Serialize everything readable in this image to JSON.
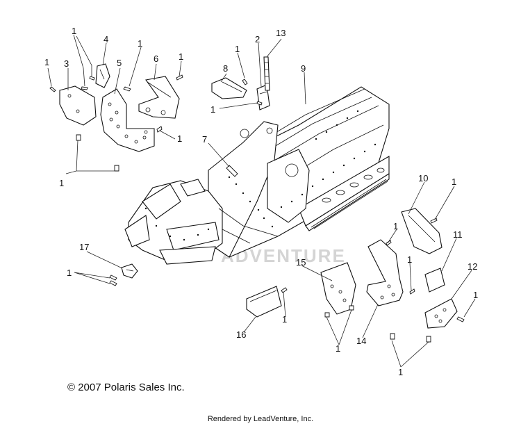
{
  "watermark": "ADVENTURE",
  "callouts": {
    "c1": "1",
    "c2": "2",
    "c3": "3",
    "c4": "4",
    "c5": "5",
    "c6": "6",
    "c7": "7",
    "c8": "8",
    "c9": "9",
    "c10": "10",
    "c11": "11",
    "c12": "12",
    "c13": "13",
    "c14": "14",
    "c15": "15",
    "c16": "16",
    "c17": "17"
  },
  "footer": {
    "copyright": "© 2007 Polaris Sales Inc.",
    "rendered_by": "Rendered by LeadVenture, Inc."
  }
}
